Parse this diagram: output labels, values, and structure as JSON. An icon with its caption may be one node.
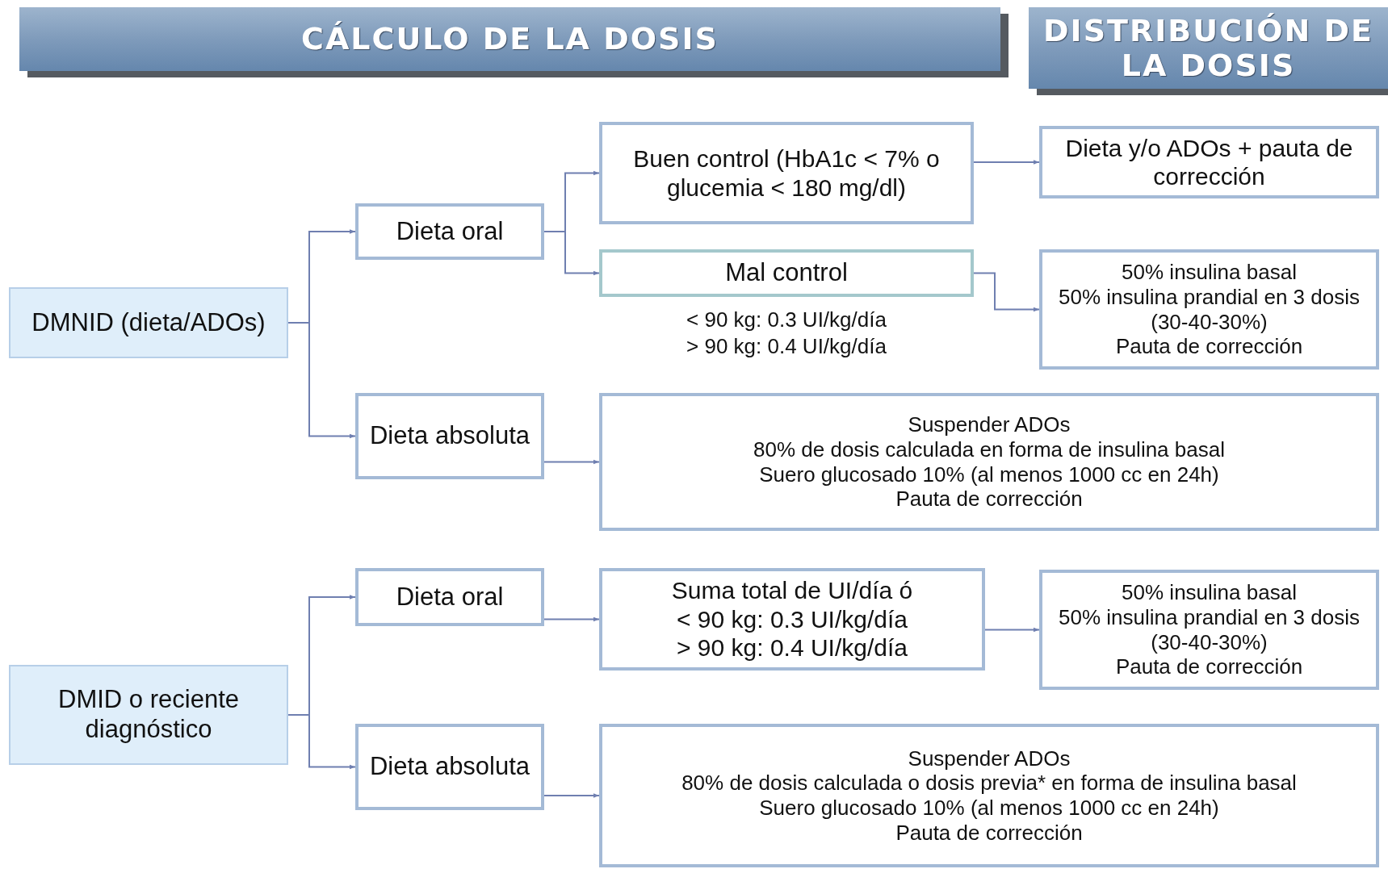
{
  "diagram": {
    "nodes": [
      {
        "text": [
          "CÁLCULO DE LA DOSIS"
        ]
      },
      {
        "text": [
          "DISTRIBUCIÓN DE LA DOSIS"
        ]
      },
      {
        "text": [
          "DMNID (dieta/ADOs)"
        ]
      },
      {
        "text": [
          "Dieta oral"
        ]
      },
      {
        "text": [
          "Buen control (HbA1c < 7% o glucemia < 180 mg/dl)"
        ]
      },
      {
        "text": [
          "Mal control"
        ],
        "beside": [
          "< 90 kg: 0.3 UI/kg/día",
          "> 90 kg: 0.4 UI/kg/día"
        ]
      },
      {
        "text": [
          "Dieta y/o ADOs + pauta de corrección"
        ]
      },
      {
        "text": [
          "50% insulina basal",
          "50% insulina prandial en 3 dosis (30-40-30%)",
          "Pauta de corrección"
        ]
      },
      {
        "text": [
          "Dieta absoluta"
        ]
      },
      {
        "text": [
          "Suspender ADOs",
          "80% de dosis calculada en forma de insulina basal",
          "Suero glucosado 10% (al menos 1000 cc en 24h)",
          "Pauta de corrección"
        ]
      },
      {
        "text": [
          "DMID o reciente diagnóstico"
        ]
      },
      {
        "text": [
          "Dieta oral"
        ]
      },
      {
        "text": [
          "Suma total de UI/día ó",
          "< 90 kg: 0.3 UI/kg/día",
          "> 90 kg: 0.4 UI/kg/día"
        ]
      },
      {
        "text": [
          "50% insulina basal",
          "50% insulina prandial en 3 dosis (30-40-30%)",
          "Pauta de corrección"
        ]
      },
      {
        "text": [
          "Dieta absoluta"
        ]
      },
      {
        "text": [
          "Suspender ADOs",
          "80% de dosis calculada o dosis previa* en forma de insulina basal",
          "Suero glucosado 10% (al menos 1000 cc en 24h)",
          "Pauta de corrección"
        ]
      }
    ],
    "edges": [
      {
        "from": 2,
        "to": 3,
        "arrow": "to"
      },
      {
        "from": 2,
        "to": 8,
        "arrow": "to"
      },
      {
        "from": 3,
        "to": 4,
        "arrow": "to"
      },
      {
        "from": 3,
        "to": 5,
        "arrow": "to"
      },
      {
        "from": 4,
        "to": 6,
        "arrow": "to"
      },
      {
        "from": 5,
        "to": 7,
        "arrow": "to"
      },
      {
        "from": 8,
        "to": 9,
        "arrow": "to"
      },
      {
        "from": 10,
        "to": 11,
        "arrow": "to"
      },
      {
        "from": 10,
        "to": 14,
        "arrow": "to"
      },
      {
        "from": 11,
        "to": 12,
        "arrow": "to"
      },
      {
        "from": 12,
        "to": 13,
        "arrow": "to"
      },
      {
        "from": 14,
        "to": 15,
        "arrow": "to"
      }
    ]
  }
}
